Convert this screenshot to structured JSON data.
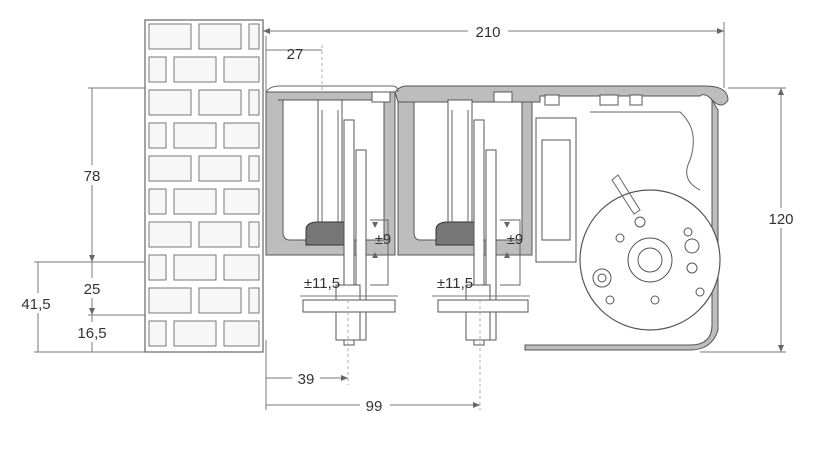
{
  "dimensions": {
    "overall_width": "210",
    "offset_top": "27",
    "height_main": "78",
    "height_lower": "25",
    "height_side": "41,5",
    "height_bottom": "16,5",
    "height_total": "120",
    "adjust_horizontal_1": "±11,5",
    "adjust_horizontal_2": "±11,5",
    "adjust_vertical_1": "±9",
    "adjust_vertical_2": "±9",
    "offset_first_rail": "39",
    "offset_second_rail": "99"
  }
}
